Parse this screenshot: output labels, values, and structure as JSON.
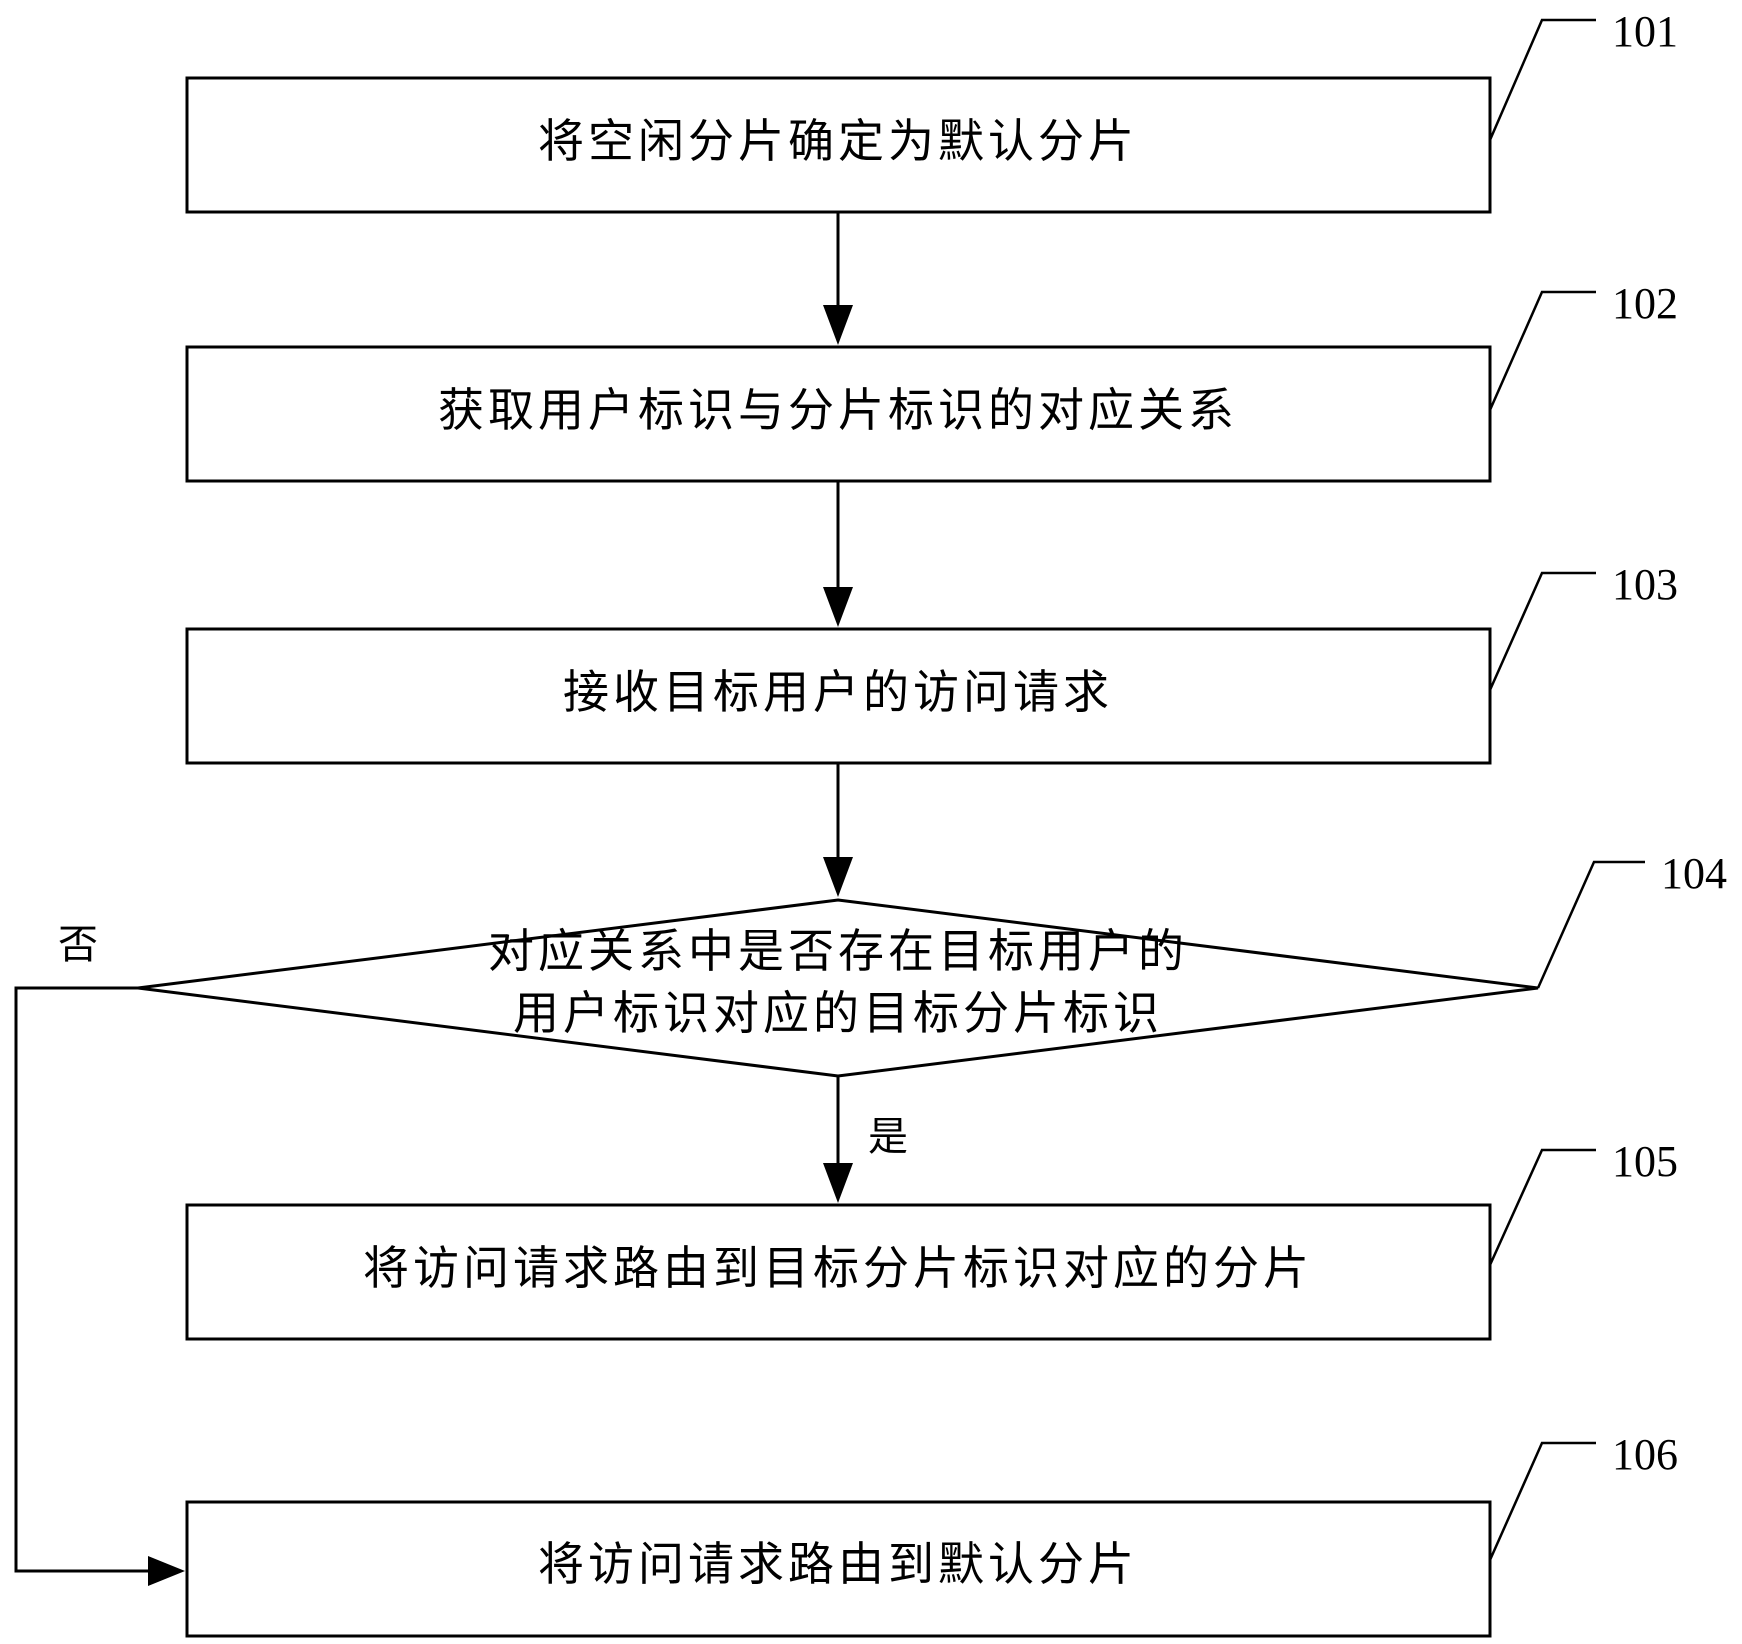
{
  "steps": {
    "s101": {
      "ref": "101",
      "text": "将空闲分片确定为默认分片"
    },
    "s102": {
      "ref": "102",
      "text": "获取用户标识与分片标识的对应关系"
    },
    "s103": {
      "ref": "103",
      "text": "接收目标用户的访问请求"
    },
    "s104": {
      "ref": "104",
      "line1": "对应关系中是否存在目标用户的",
      "line2": "用户标识对应的目标分片标识"
    },
    "s105": {
      "ref": "105",
      "text": "将访问请求路由到目标分片标识对应的分片"
    },
    "s106": {
      "ref": "106",
      "text": "将访问请求路由到默认分片"
    }
  },
  "branches": {
    "yes": "是",
    "no": "否"
  }
}
